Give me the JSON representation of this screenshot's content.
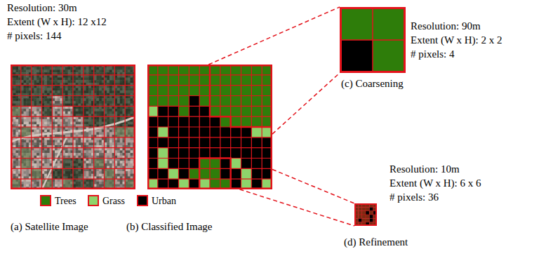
{
  "diagram": {
    "nodes": [
      {
        "text": [
          "(a) Satellite Image"
        ]
      },
      {
        "text": [
          "(b) Classified Image"
        ]
      },
      {
        "text": [
          "(c) Coarsening"
        ]
      },
      {
        "text": [
          "(d) Refinement"
        ]
      }
    ],
    "edges": [
      {
        "from": 1,
        "to": 2,
        "arrow": "none"
      },
      {
        "from": 1,
        "to": 2,
        "arrow": "none"
      },
      {
        "from": 1,
        "to": 3,
        "arrow": "none"
      },
      {
        "from": 1,
        "to": 3,
        "arrow": "none"
      }
    ],
    "labels": [
      "Resolution: 30m",
      "Extent (W x H): 12 x12",
      "# pixels: 144",
      "Resolution: 90m",
      "Extent (W x H): 2 x 2",
      "# pixels: 4",
      "Resolution: 10m",
      "Extent (W x H): 6 x 6",
      "# pixels: 36"
    ],
    "legend": [
      {
        "text": "Trees",
        "color": "#2e7d0a"
      },
      {
        "text": "Grass",
        "color": "#8ed46b"
      },
      {
        "text": "Urban",
        "color": "#000000"
      }
    ]
  }
}
